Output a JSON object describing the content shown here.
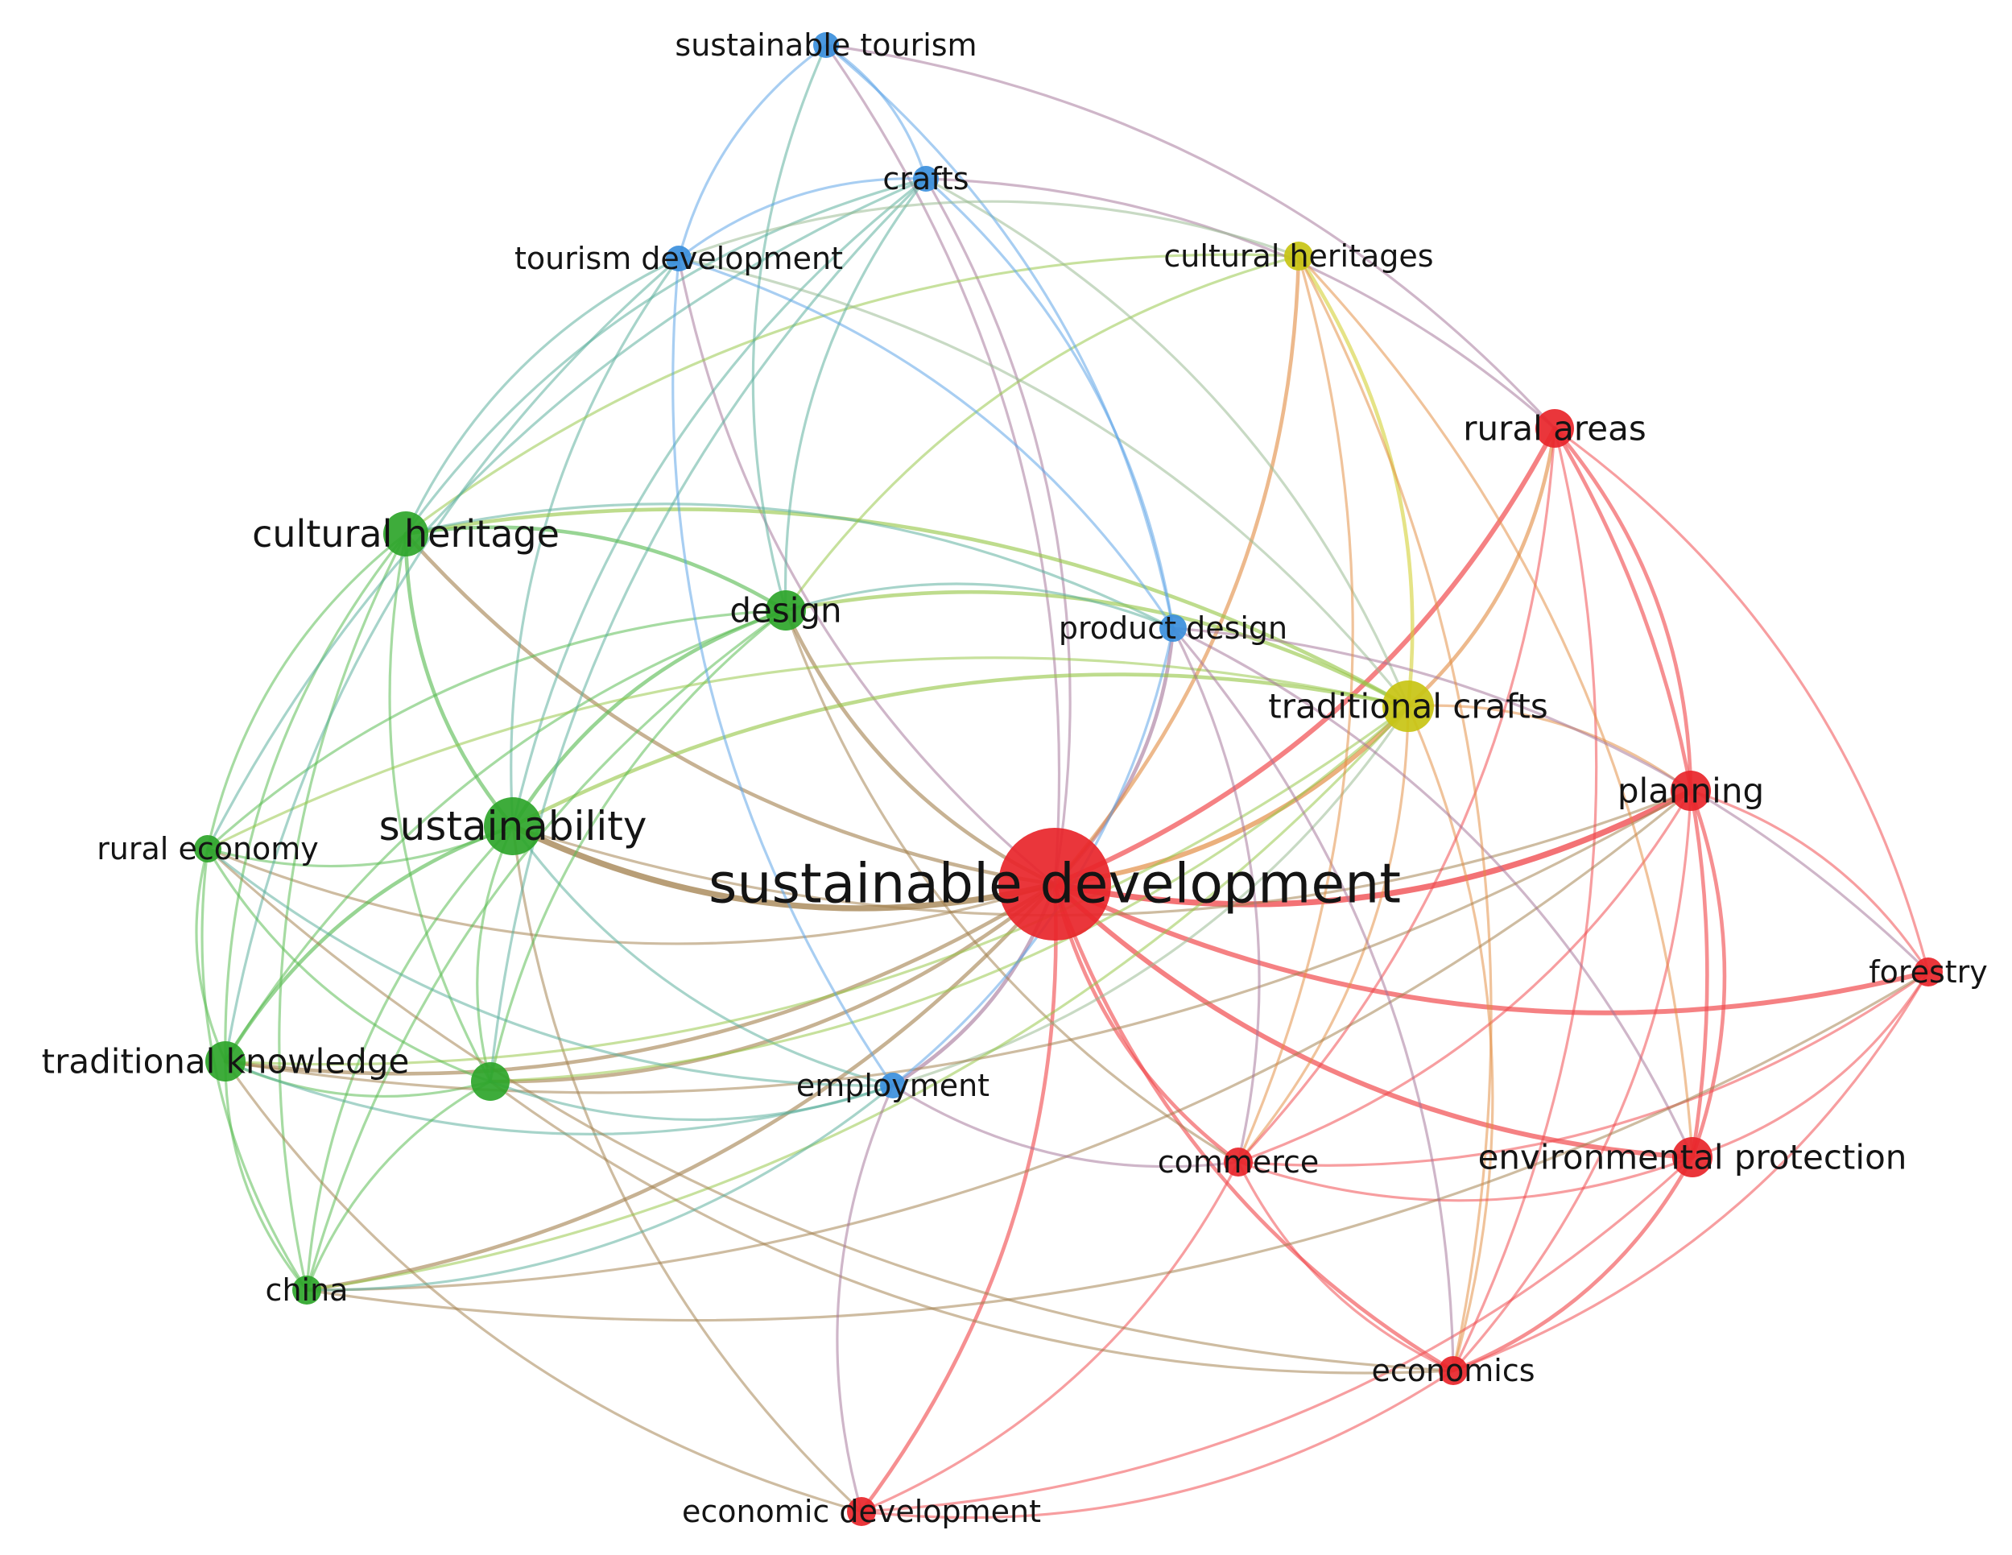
{
  "clusters": {
    "red": {
      "color": "#e8252a",
      "edge_color": "#f0484c"
    },
    "green": {
      "color": "#2ea52a",
      "edge_color": "#56bb50"
    },
    "blue": {
      "color": "#3b8fdc",
      "edge_color": "#5aa2e6"
    },
    "yellow": {
      "color": "#c8c414",
      "edge_color": "#d4d23a"
    }
  },
  "nodes": [
    {
      "id": "sustainable-development",
      "label": "sustainable development",
      "cluster": "red",
      "weight": 10
    },
    {
      "id": "sustainability",
      "label": "sustainability",
      "cluster": "green",
      "weight": 6
    },
    {
      "id": "cultural-heritage",
      "label": "cultural heritage",
      "cluster": "green",
      "weight": 5
    },
    {
      "id": "traditional-crafts",
      "label": "traditional crafts",
      "cluster": "yellow",
      "weight": 5
    },
    {
      "id": "design",
      "label": "design",
      "cluster": "green",
      "weight": 4
    },
    {
      "id": "rural-areas",
      "label": "rural areas",
      "cluster": "red",
      "weight": 4
    },
    {
      "id": "planning",
      "label": "planning",
      "cluster": "red",
      "weight": 4
    },
    {
      "id": "environmental-protection",
      "label": "environmental protection",
      "cluster": "red",
      "weight": 4
    },
    {
      "id": "traditional-knowledge",
      "label": "traditional knowledge",
      "cluster": "green",
      "weight": 4
    },
    {
      "id": "sustainable-tourism",
      "label": "sustainable tourism",
      "cluster": "blue",
      "weight": 3
    },
    {
      "id": "crafts",
      "label": "crafts",
      "cluster": "blue",
      "weight": 3
    },
    {
      "id": "tourism-development",
      "label": "tourism development",
      "cluster": "blue",
      "weight": 3
    },
    {
      "id": "cultural-heritages",
      "label": "cultural heritages",
      "cluster": "yellow",
      "weight": 3
    },
    {
      "id": "product-design",
      "label": "product design",
      "cluster": "blue",
      "weight": 3
    },
    {
      "id": "rural-economy",
      "label": "rural economy",
      "cluster": "green",
      "weight": 3
    },
    {
      "id": "forestry",
      "label": "forestry",
      "cluster": "red",
      "weight": 3
    },
    {
      "id": "unlabeled-green",
      "label": "",
      "cluster": "green",
      "weight": 3
    },
    {
      "id": "employment",
      "label": "employment",
      "cluster": "blue",
      "weight": 3
    },
    {
      "id": "commerce",
      "label": "commerce",
      "cluster": "red",
      "weight": 3
    },
    {
      "id": "china",
      "label": "china",
      "cluster": "green",
      "weight": 3
    },
    {
      "id": "economics",
      "label": "economics",
      "cluster": "red",
      "weight": 3
    },
    {
      "id": "economic-development",
      "label": "economic development",
      "cluster": "red",
      "weight": 3
    }
  ],
  "links": [
    [
      "sustainable-development",
      "sustainability",
      4
    ],
    [
      "sustainable-development",
      "cultural-heritage",
      2
    ],
    [
      "sustainable-development",
      "traditional-crafts",
      3
    ],
    [
      "sustainable-development",
      "design",
      2
    ],
    [
      "sustainable-development",
      "rural-areas",
      3
    ],
    [
      "sustainable-development",
      "planning",
      4
    ],
    [
      "sustainable-development",
      "environmental-protection",
      3
    ],
    [
      "sustainable-development",
      "traditional-knowledge",
      2
    ],
    [
      "sustainable-development",
      "forestry",
      3
    ],
    [
      "sustainable-development",
      "commerce",
      2
    ],
    [
      "sustainable-development",
      "economics",
      2
    ],
    [
      "sustainable-development",
      "economic-development",
      2
    ],
    [
      "sustainable-development",
      "employment",
      2
    ],
    [
      "sustainable-development",
      "product-design",
      2
    ],
    [
      "sustainable-development",
      "crafts",
      1
    ],
    [
      "sustainable-development",
      "tourism-development",
      1
    ],
    [
      "sustainable-development",
      "cultural-heritages",
      2
    ],
    [
      "sustainable-development",
      "unlabeled-green",
      2
    ],
    [
      "sustainable-development",
      "rural-economy",
      1
    ],
    [
      "sustainable-development",
      "china",
      2
    ],
    [
      "sustainable-development",
      "sustainable-tourism",
      1
    ],
    [
      "sustainability",
      "cultural-heritage",
      2
    ],
    [
      "sustainability",
      "design",
      2
    ],
    [
      "sustainability",
      "traditional-knowledge",
      2
    ],
    [
      "sustainability",
      "rural-economy",
      1
    ],
    [
      "sustainability",
      "china",
      1
    ],
    [
      "sustainability",
      "unlabeled-green",
      1
    ],
    [
      "sustainability",
      "traditional-crafts",
      2
    ],
    [
      "sustainability",
      "employment",
      1
    ],
    [
      "sustainability",
      "crafts",
      1
    ],
    [
      "sustainability",
      "tourism-development",
      1
    ],
    [
      "sustainability",
      "planning",
      1
    ],
    [
      "sustainability",
      "economic-development",
      1
    ],
    [
      "cultural-heritage",
      "design",
      2
    ],
    [
      "cultural-heritage",
      "traditional-knowledge",
      1
    ],
    [
      "cultural-heritage",
      "rural-economy",
      1
    ],
    [
      "cultural-heritage",
      "china",
      1
    ],
    [
      "cultural-heritage",
      "unlabeled-green",
      1
    ],
    [
      "cultural-heritage",
      "traditional-crafts",
      2
    ],
    [
      "cultural-heritage",
      "crafts",
      1
    ],
    [
      "cultural-heritage",
      "tourism-development",
      1
    ],
    [
      "cultural-heritage",
      "cultural-heritages",
      1
    ],
    [
      "cultural-heritage",
      "product-design",
      1
    ],
    [
      "design",
      "traditional-crafts",
      2
    ],
    [
      "design",
      "product-design",
      1
    ],
    [
      "design",
      "crafts",
      1
    ],
    [
      "design",
      "traditional-knowledge",
      1
    ],
    [
      "design",
      "unlabeled-green",
      1
    ],
    [
      "design",
      "china",
      1
    ],
    [
      "design",
      "rural-economy",
      1
    ],
    [
      "design",
      "cultural-heritages",
      1
    ],
    [
      "design",
      "commerce",
      1
    ],
    [
      "traditional-crafts",
      "cultural-heritages",
      2
    ],
    [
      "traditional-crafts",
      "rural-areas",
      2
    ],
    [
      "traditional-crafts",
      "planning",
      1
    ],
    [
      "traditional-crafts",
      "unlabeled-green",
      1
    ],
    [
      "traditional-crafts",
      "employment",
      1
    ],
    [
      "traditional-crafts",
      "economics",
      1
    ],
    [
      "traditional-crafts",
      "commerce",
      1
    ],
    [
      "traditional-crafts",
      "rural-economy",
      1
    ],
    [
      "traditional-crafts",
      "china",
      1
    ],
    [
      "traditional-crafts",
      "traditional-knowledge",
      1
    ],
    [
      "traditional-crafts",
      "crafts",
      1
    ],
    [
      "traditional-crafts",
      "tourism-development",
      1
    ],
    [
      "rural-areas",
      "planning",
      2
    ],
    [
      "rural-areas",
      "environmental-protection",
      2
    ],
    [
      "rural-areas",
      "forestry",
      1
    ],
    [
      "rural-areas",
      "economics",
      1
    ],
    [
      "rural-areas",
      "commerce",
      1
    ],
    [
      "rural-areas",
      "sustainable-tourism",
      1
    ],
    [
      "rural-areas",
      "crafts",
      1
    ],
    [
      "planning",
      "environmental-protection",
      2
    ],
    [
      "planning",
      "forestry",
      1
    ],
    [
      "planning",
      "economics",
      1
    ],
    [
      "planning",
      "commerce",
      1
    ],
    [
      "planning",
      "china",
      1
    ],
    [
      "environmental-protection",
      "forestry",
      1
    ],
    [
      "environmental-protection",
      "economics",
      2
    ],
    [
      "environmental-protection",
      "commerce",
      1
    ],
    [
      "environmental-protection",
      "economic-development",
      1
    ],
    [
      "environmental-protection",
      "product-design",
      1
    ],
    [
      "environmental-protection",
      "cultural-heritages",
      1
    ],
    [
      "forestry",
      "economics",
      1
    ],
    [
      "forestry",
      "commerce",
      1
    ],
    [
      "forestry",
      "product-design",
      1
    ],
    [
      "commerce",
      "economics",
      1
    ],
    [
      "commerce",
      "economic-development",
      1
    ],
    [
      "economics",
      "economic-development",
      1
    ],
    [
      "economics",
      "unlabeled-green",
      1
    ],
    [
      "traditional-knowledge",
      "rural-economy",
      1
    ],
    [
      "traditional-knowledge",
      "china",
      1
    ],
    [
      "traditional-knowledge",
      "unlabeled-green",
      1
    ],
    [
      "traditional-knowledge",
      "tourism-development",
      1
    ],
    [
      "traditional-knowledge",
      "employment",
      1
    ],
    [
      "traditional-knowledge",
      "planning",
      1
    ],
    [
      "traditional-knowledge",
      "economic-development",
      1
    ],
    [
      "rural-economy",
      "china",
      1
    ],
    [
      "rural-economy",
      "unlabeled-green",
      1
    ],
    [
      "rural-economy",
      "economics",
      1
    ],
    [
      "rural-economy",
      "employment",
      1
    ],
    [
      "china",
      "unlabeled-green",
      1
    ],
    [
      "china",
      "employment",
      1
    ],
    [
      "china",
      "forestry",
      1
    ],
    [
      "unlabeled-green",
      "employment",
      1
    ],
    [
      "sustainable-tourism",
      "crafts",
      1
    ],
    [
      "sustainable-tourism",
      "tourism-development",
      1
    ],
    [
      "sustainable-tourism",
      "product-design",
      1
    ],
    [
      "sustainable-tourism",
      "design",
      1
    ],
    [
      "crafts",
      "tourism-development",
      1
    ],
    [
      "crafts",
      "product-design",
      1
    ],
    [
      "crafts",
      "rural-economy",
      1
    ],
    [
      "crafts",
      "unlabeled-green",
      1
    ],
    [
      "tourism-development",
      "employment",
      1
    ],
    [
      "tourism-development",
      "product-design",
      1
    ],
    [
      "tourism-development",
      "cultural-heritages",
      1
    ],
    [
      "product-design",
      "employment",
      1
    ],
    [
      "product-design",
      "economics",
      1
    ],
    [
      "product-design",
      "commerce",
      1
    ],
    [
      "cultural-heritages",
      "commerce",
      1
    ],
    [
      "cultural-heritages",
      "economics",
      1
    ],
    [
      "employment",
      "economic-development",
      1
    ],
    [
      "employment",
      "commerce",
      1
    ]
  ]
}
